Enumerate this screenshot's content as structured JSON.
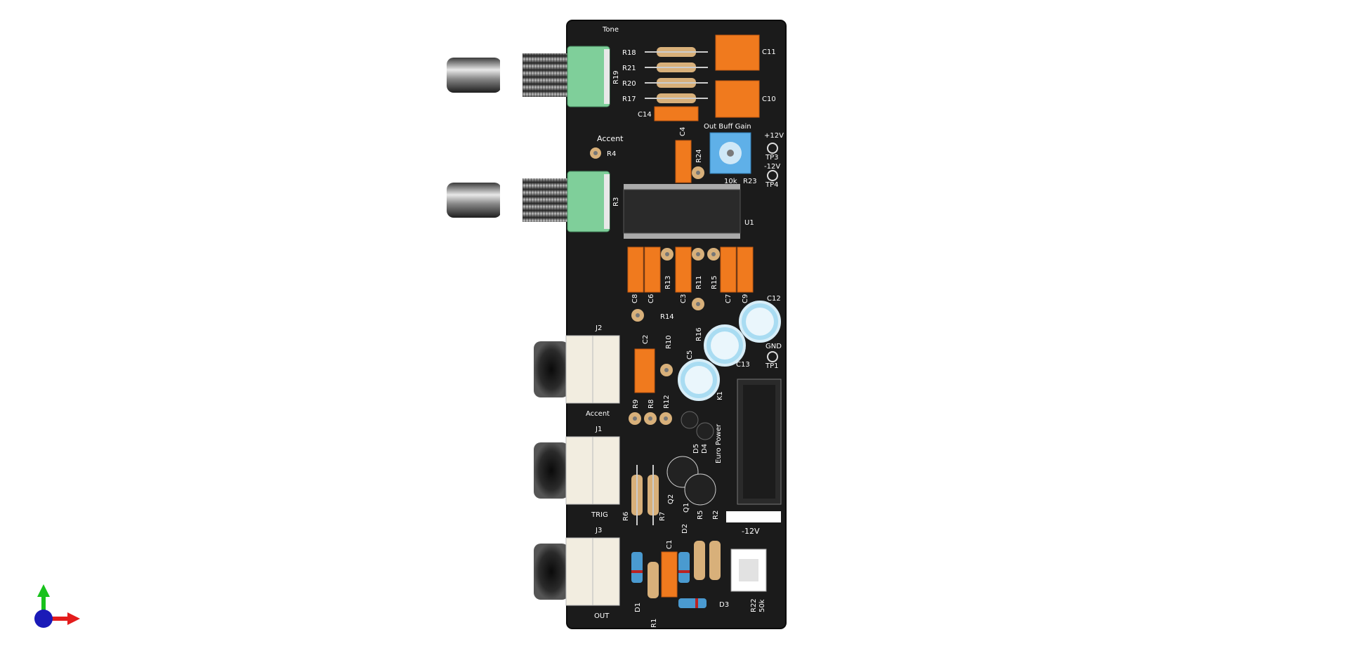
{
  "board": {
    "silkscreen": {
      "tone": "Tone",
      "accent_pot": "Accent",
      "out_buff_gain": "Out Buff Gain",
      "trim_value": "10k",
      "j2": "J2",
      "j2_label": "Accent",
      "j1": "J1",
      "j1_label": "TRIG",
      "j3": "J3",
      "j3_label": "OUT",
      "euro_power": "Euro Power",
      "minus12": "-12V",
      "tp3": "TP3",
      "tp3_v": "+12V",
      "tp4": "TP4",
      "tp4_v": "-12V",
      "tp1": "TP1",
      "tp1_v": "GND",
      "u1": "U1",
      "r22": "R22",
      "r22_value": "50k"
    },
    "refs": {
      "R18": "R18",
      "R21": "R21",
      "R20": "R20",
      "R17": "R17",
      "R19": "R19",
      "C11": "C11",
      "C10": "C10",
      "C14": "C14",
      "C4": "C4",
      "R24": "R24",
      "R23": "R23",
      "R4": "R4",
      "R3": "R3",
      "C8": "C8",
      "C6": "C6",
      "R13": "R13",
      "C3": "C3",
      "R11": "R11",
      "R15": "R15",
      "C7": "C7",
      "C9": "C9",
      "C12": "C12",
      "R14": "R14",
      "R16": "R16",
      "C13": "C13",
      "C2": "C2",
      "R10": "R10",
      "C5": "C5",
      "K1": "K1",
      "R9": "R9",
      "R8": "R8",
      "R12": "R12",
      "D5": "D5",
      "D4": "D4",
      "R6": "R6",
      "R7": "R7",
      "Q2": "Q2",
      "Q1": "Q1",
      "D2": "D2",
      "R5": "R5",
      "R2": "R2",
      "C1": "C1",
      "D1": "D1",
      "R1": "R1",
      "D3": "D3"
    }
  },
  "colors": {
    "pcb": "#1a1a1a",
    "silk": "#ffffff",
    "capacitor": "#f07a1e",
    "pot_body": "#7fcf9a",
    "trimmer": "#5fb0e8",
    "resistor": "#d8b07a",
    "electrolytic": "#a9dcf2",
    "jack": "#f2ede0",
    "axis_x": "#e31c1c",
    "axis_y": "#18c21c",
    "axis_z": "#1a1ab8"
  },
  "axis_gizmo": {
    "icon": "xyz-axis-icon"
  }
}
